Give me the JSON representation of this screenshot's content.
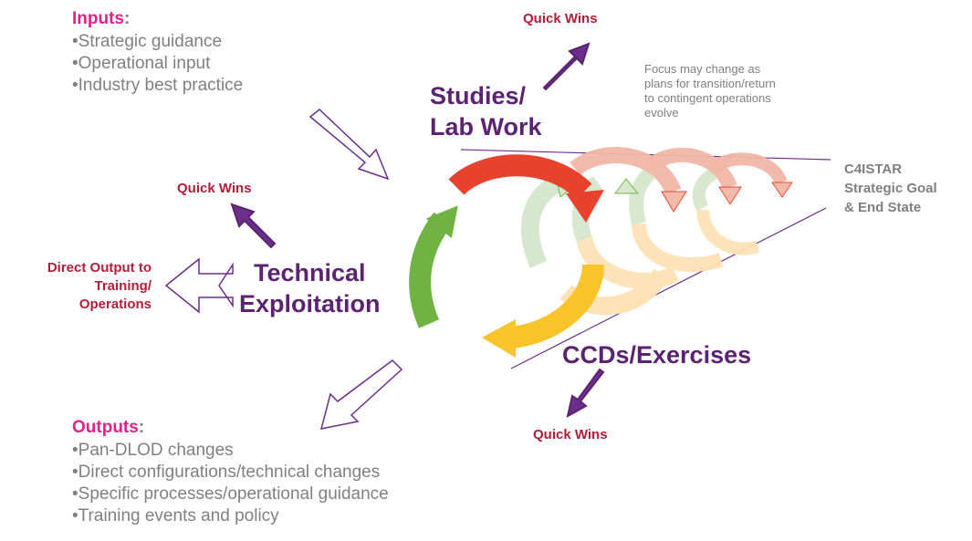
{
  "inputs": {
    "title": "Inputs",
    "colon": ":",
    "items": [
      "•Strategic guidance",
      "•Operational input",
      "•Industry best practice"
    ]
  },
  "outputs": {
    "title": "Outputs",
    "colon": ":",
    "items": [
      "•Pan-DLOD changes",
      "•Direct configurations/technical changes",
      "•Specific processes/operational guidance",
      "•Training events and policy"
    ]
  },
  "labels": {
    "quick_wins_top": "Quick Wins",
    "quick_wins_left": "Quick Wins",
    "quick_wins_bottom": "Quick Wins",
    "direct_output_line1": "Direct Output to",
    "direct_output_line2": "Training/",
    "direct_output_line3": "Operations",
    "studies_line1": "Studies/",
    "studies_line2": "Lab Work",
    "technical_line1": "Technical",
    "technical_line2": "Exploitation",
    "ccds": "CCDs/Exercises",
    "goal_line1": "C4ISTAR",
    "goal_line2": "Strategic Goal",
    "goal_line3": "& End State",
    "note_line1": "Focus may change as",
    "note_line2": "plans for transition/return",
    "note_line3": "to contingent operations",
    "note_line4": "evolve"
  },
  "colors": {
    "purple": "#5b2372",
    "arrow_purple": "#6b2f8a",
    "magenta": "#e0218a",
    "dark_red": "#b01e3c",
    "gray": "#808080",
    "red": "#e8412c",
    "green": "#6fb442",
    "yellow": "#f9c32a",
    "light_green": "#d5e7cc",
    "peach": "#f2b7a6",
    "cream": "#fde2b6"
  }
}
